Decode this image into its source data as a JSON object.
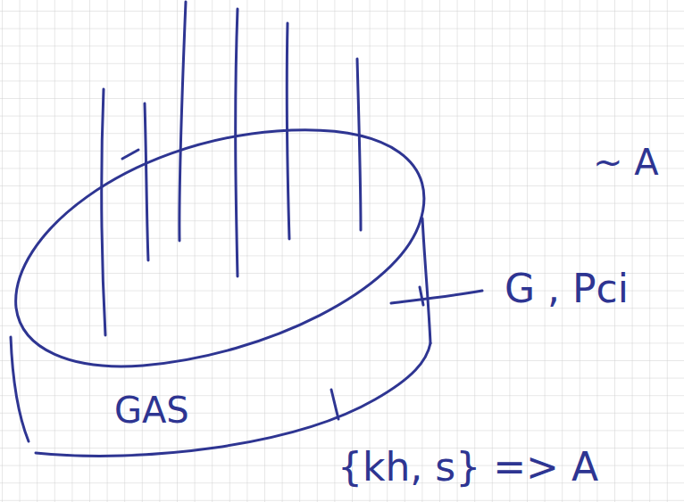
{
  "diagram": {
    "nodes": [
      {
        "text": [
          "GAS"
        ]
      }
    ],
    "labels": [
      "~ A",
      "G , Pci",
      "{kh, s} => A"
    ]
  }
}
